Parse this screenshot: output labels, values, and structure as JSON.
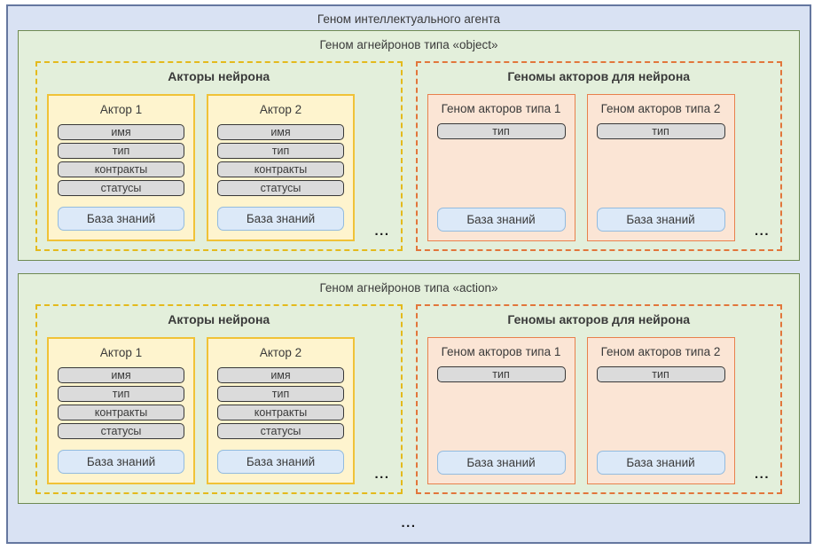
{
  "diagram": {
    "title": "Геном интеллектуального агента",
    "bottom_ellipsis": "...",
    "palette": {
      "outer_bg": "#d9e2f3",
      "outer_border": "#65779f",
      "section_bg": "#e3efdb",
      "section_border": "#6f8a52",
      "actors_dash": "#e4ba1c",
      "genomes_dash": "#e2763b",
      "actor_card_bg": "#fef4ce",
      "actor_card_border": "#f0c237",
      "genome_card_bg": "#fbe5d5",
      "genome_card_border": "#e8804c",
      "field_bg": "#dbdbdb",
      "field_border": "#383838",
      "kb_bg": "#dce9f8",
      "kb_border": "#92bbdf"
    },
    "sections": [
      {
        "title": "Геном агнейронов типа «object»",
        "actors_panel": {
          "title": "Акторы нейрона",
          "ellipsis": "...",
          "cards": [
            {
              "title": "Актор 1",
              "fields": [
                "имя",
                "тип",
                "контракты",
                "статусы"
              ],
              "kb": "База знаний"
            },
            {
              "title": "Актор 2",
              "fields": [
                "имя",
                "тип",
                "контракты",
                "статусы"
              ],
              "kb": "База знаний"
            }
          ]
        },
        "genomes_panel": {
          "title": "Геномы акторов для нейрона",
          "ellipsis": "...",
          "cards": [
            {
              "title": "Геном акторов типа 1",
              "fields": [
                "тип"
              ],
              "kb": "База знаний"
            },
            {
              "title": "Геном акторов типа 2",
              "fields": [
                "тип"
              ],
              "kb": "База знаний"
            }
          ]
        }
      },
      {
        "title": "Геном агнейронов типа «action»",
        "actors_panel": {
          "title": "Акторы нейрона",
          "ellipsis": "...",
          "cards": [
            {
              "title": "Актор 1",
              "fields": [
                "имя",
                "тип",
                "контракты",
                "статусы"
              ],
              "kb": "База знаний"
            },
            {
              "title": "Актор 2",
              "fields": [
                "имя",
                "тип",
                "контракты",
                "статусы"
              ],
              "kb": "База знаний"
            }
          ]
        },
        "genomes_panel": {
          "title": "Геномы акторов для нейрона",
          "ellipsis": "...",
          "cards": [
            {
              "title": "Геном акторов типа 1",
              "fields": [
                "тип"
              ],
              "kb": "База знаний"
            },
            {
              "title": "Геном акторов типа 2",
              "fields": [
                "тип"
              ],
              "kb": "База знаний"
            }
          ]
        }
      }
    ]
  }
}
